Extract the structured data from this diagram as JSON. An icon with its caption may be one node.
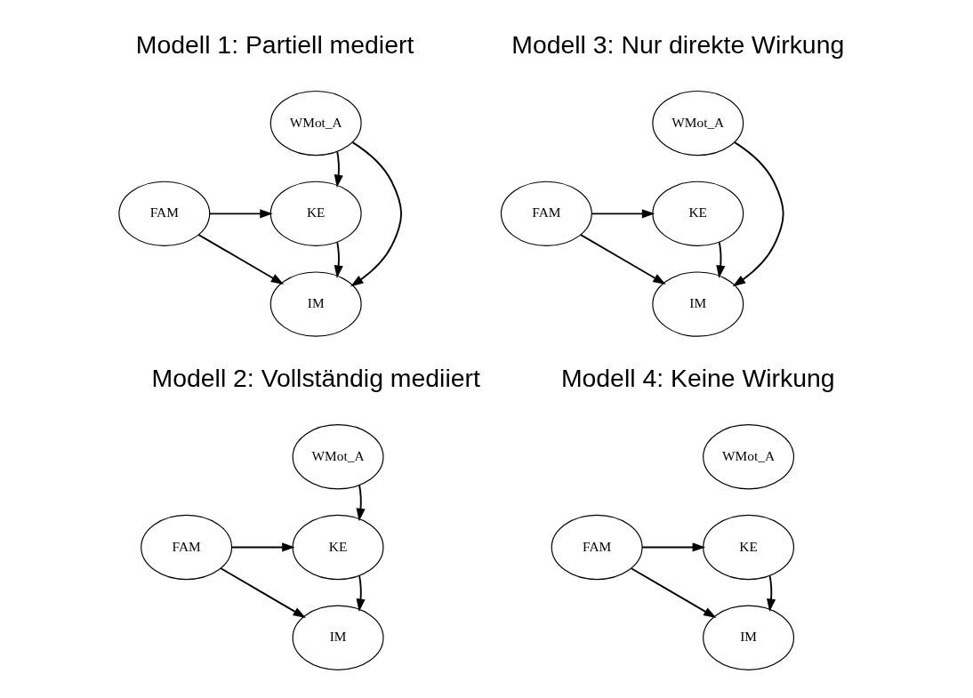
{
  "diagram": {
    "nodes": [
      {
        "text": [
          "WMot_A"
        ]
      },
      {
        "text": [
          "FAM"
        ]
      },
      {
        "text": [
          "KE"
        ]
      },
      {
        "text": [
          "IM"
        ]
      },
      {
        "text": [
          "WMot_A"
        ]
      },
      {
        "text": [
          "FAM"
        ]
      },
      {
        "text": [
          "KE"
        ]
      },
      {
        "text": [
          "IM"
        ]
      },
      {
        "text": [
          "WMot_A"
        ]
      },
      {
        "text": [
          "FAM"
        ]
      },
      {
        "text": [
          "KE"
        ]
      },
      {
        "text": [
          "IM"
        ]
      },
      {
        "text": [
          "WMot_A"
        ]
      },
      {
        "text": [
          "FAM"
        ]
      },
      {
        "text": [
          "KE"
        ]
      },
      {
        "text": [
          "IM"
        ]
      }
    ],
    "edges": [
      {
        "from": 1,
        "to": 2,
        "arrow": "to"
      },
      {
        "from": 0,
        "to": 2,
        "arrow": "to"
      },
      {
        "from": 0,
        "to": 3,
        "arrow": "to"
      },
      {
        "from": 2,
        "to": 3,
        "arrow": "to"
      },
      {
        "from": 1,
        "to": 3,
        "arrow": "to"
      },
      {
        "from": 5,
        "to": 6,
        "arrow": "to"
      },
      {
        "from": 4,
        "to": 7,
        "arrow": "to"
      },
      {
        "from": 6,
        "to": 7,
        "arrow": "to"
      },
      {
        "from": 5,
        "to": 7,
        "arrow": "to"
      },
      {
        "from": 9,
        "to": 10,
        "arrow": "to"
      },
      {
        "from": 8,
        "to": 10,
        "arrow": "to"
      },
      {
        "from": 10,
        "to": 11,
        "arrow": "to"
      },
      {
        "from": 9,
        "to": 11,
        "arrow": "to"
      },
      {
        "from": 13,
        "to": 14,
        "arrow": "to"
      },
      {
        "from": 14,
        "to": 15,
        "arrow": "to"
      },
      {
        "from": 13,
        "to": 15,
        "arrow": "to"
      }
    ],
    "labels": [
      "Modell 1: Partiell mediert",
      "Modell 3: Nur direkte Wirkung",
      "Modell 2: Vollständig mediiert",
      "Modell 4: Keine Wirkung"
    ]
  }
}
